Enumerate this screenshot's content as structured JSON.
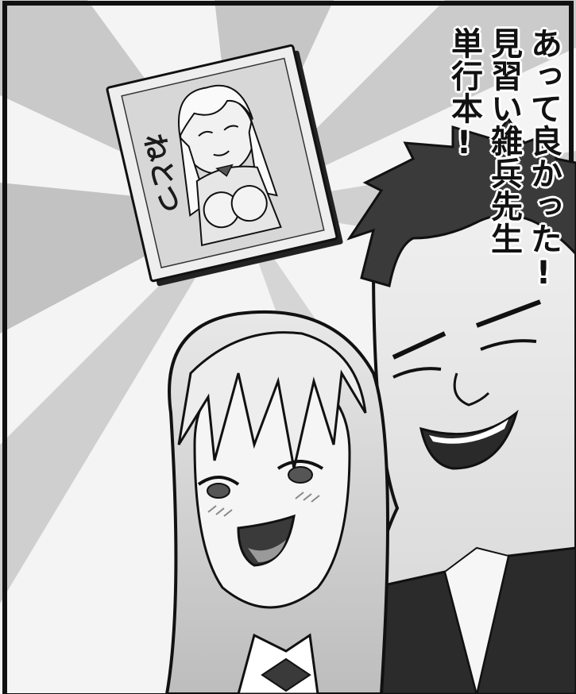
{
  "speech_bubble": {
    "lines": [
      "あって良かった!",
      "見習い雑兵先生",
      "単行本!"
    ]
  },
  "book_cover": {
    "title": "ねとつ"
  }
}
